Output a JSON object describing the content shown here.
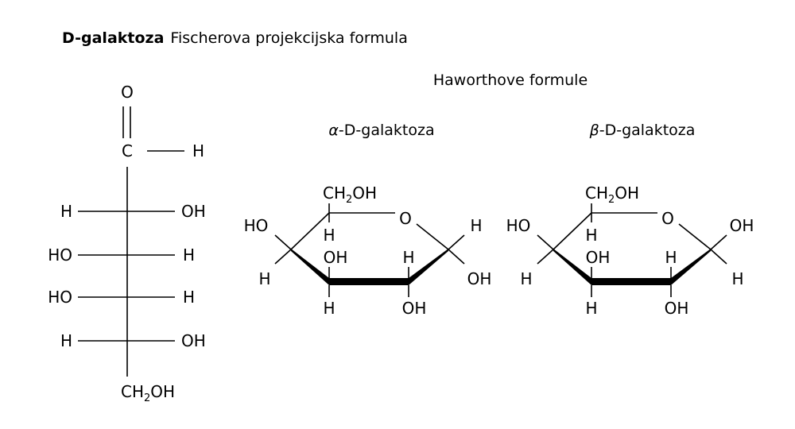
{
  "header": {
    "title_bold": "D-galaktoza",
    "title_rest": "Fischerova projekcijska formula"
  },
  "haworth_heading": "Haworthove formule",
  "fischer": {
    "o": "O",
    "c": "C",
    "h_right": "H",
    "rows": [
      {
        "left": "H",
        "right": "OH"
      },
      {
        "left": "HO",
        "right": "H"
      },
      {
        "left": "HO",
        "right": "H"
      },
      {
        "left": "H",
        "right": "OH"
      }
    ],
    "bottom_main": "CH",
    "bottom_sub": "2",
    "bottom_tail": "OH"
  },
  "alpha": {
    "prefix": "α",
    "name": "-D-galaktoza",
    "ch2oh_main": "CH",
    "ch2oh_sub": "2",
    "ch2oh_tail": "OH",
    "ring_o": "O",
    "c4_top": "HO",
    "c4_bottom": "H",
    "c5_h": "H",
    "c3_top": "OH",
    "c3_bottom": "H",
    "c2_top": "H",
    "c2_bottom": "OH",
    "c1_top": "H",
    "c1_bottom": "OH"
  },
  "beta": {
    "prefix": "β",
    "name": "-D-galaktoza",
    "ch2oh_main": "CH",
    "ch2oh_sub": "2",
    "ch2oh_tail": "OH",
    "ring_o": "O",
    "c4_top": "HO",
    "c4_bottom": "H",
    "c5_h": "H",
    "c3_top": "OH",
    "c3_bottom": "H",
    "c2_top": "H",
    "c2_bottom": "OH",
    "c1_top": "OH",
    "c1_bottom": "H"
  }
}
